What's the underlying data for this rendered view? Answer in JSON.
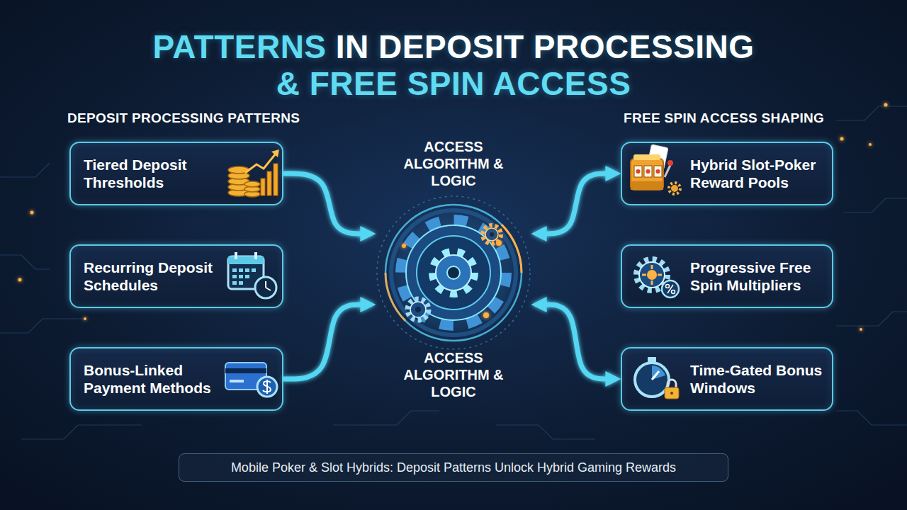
{
  "diagram": {
    "title": "PATTERNS IN DEPOSIT PROCESSING & FREE SPIN ACCESS",
    "caption": "Mobile Poker & Slot Hybrids: Deposit Patterns Unlock Hybrid Gaming Rewards",
    "nodes": [
      {
        "text": [
          "Tiered Deposit Thresholds"
        ]
      },
      {
        "text": [
          "Recurring Deposit Schedules"
        ]
      },
      {
        "text": [
          "Bonus-Linked Payment Methods"
        ]
      },
      {
        "text": [
          "ACCESS ALGORITHM & LOGIC",
          "ACCESS ALGORITHM & LOGIC"
        ]
      },
      {
        "text": [
          "Hybrid Slot-Poker Reward Pools"
        ]
      },
      {
        "text": [
          "Progressive Free Spin Multipliers"
        ]
      },
      {
        "text": [
          "Time-Gated Bonus Windows"
        ]
      }
    ],
    "edges": [
      {
        "from": 0,
        "to": 3,
        "arrow": "to"
      },
      {
        "from": 1,
        "to": 3,
        "arrow": "to"
      },
      {
        "from": 2,
        "to": 3,
        "arrow": "to"
      },
      {
        "from": 3,
        "to": 4,
        "arrow": "both"
      },
      {
        "from": 3,
        "to": 5,
        "arrow": "to"
      },
      {
        "from": 3,
        "to": 6,
        "arrow": "both"
      }
    ],
    "labels": [
      "DEPOSIT PROCESSING PATTERNS",
      "FREE SPIN ACCESS SHAPING"
    ]
  }
}
